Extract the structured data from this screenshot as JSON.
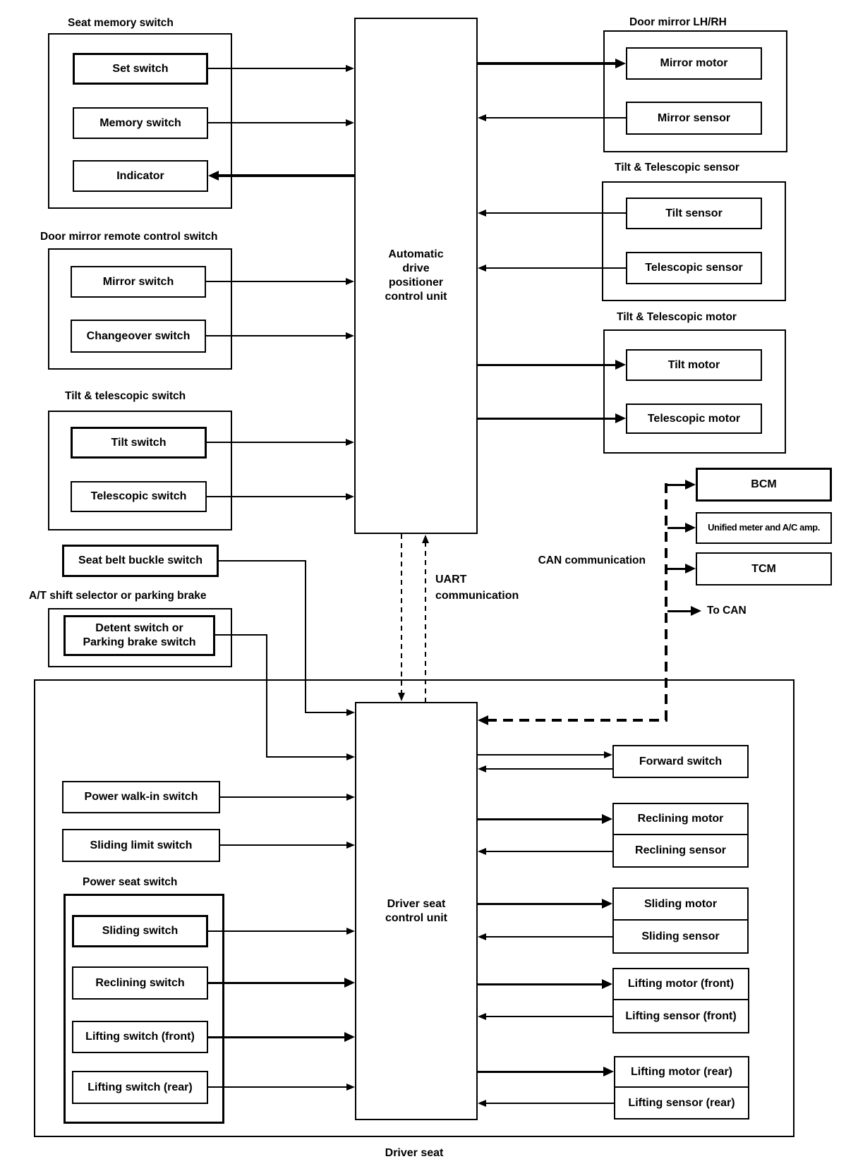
{
  "caption": "Driver seat",
  "control_units": {
    "adp": "Automatic\ndrive\npositioner\ncontrol unit",
    "driver_seat": "Driver seat\ncontrol unit"
  },
  "group_labels": {
    "seat_memory": "Seat memory switch",
    "door_mirror_remote": "Door mirror remote control switch",
    "tilt_telescopic_switch": "Tilt & telescopic switch",
    "at_shift": "A/T shift selector or parking brake",
    "power_seat": "Power seat switch",
    "door_mirror": "Door mirror LH/RH",
    "tilt_telescopic_sensor": "Tilt & Telescopic sensor",
    "tilt_telescopic_motor": "Tilt & Telescopic motor"
  },
  "boxes": {
    "set_switch": "Set switch",
    "memory_switch": "Memory switch",
    "indicator": "Indicator",
    "mirror_switch": "Mirror switch",
    "changeover_switch": "Changeover switch",
    "tilt_switch": "Tilt switch",
    "telescopic_switch": "Telescopic switch",
    "seat_belt_buckle_switch": "Seat belt buckle switch",
    "detent_switch": "Detent switch or\nParking brake switch",
    "power_walk_in_switch": "Power walk-in switch",
    "sliding_limit_switch": "Sliding limit switch",
    "sliding_switch": "Sliding switch",
    "reclining_switch": "Reclining switch",
    "lifting_switch_front": "Lifting switch (front)",
    "lifting_switch_rear": "Lifting switch (rear)",
    "mirror_motor": "Mirror motor",
    "mirror_sensor": "Mirror sensor",
    "tilt_sensor": "Tilt sensor",
    "telescopic_sensor": "Telescopic sensor",
    "tilt_motor": "Tilt motor",
    "telescopic_motor": "Telescopic motor",
    "bcm": "BCM",
    "unified_meter": "Unified meter and A/C amp.",
    "tcm": "TCM",
    "forward_switch": "Forward switch",
    "reclining_motor": "Reclining motor",
    "reclining_sensor": "Reclining sensor",
    "sliding_motor": "Sliding motor",
    "sliding_sensor": "Sliding sensor",
    "lifting_motor_front": "Lifting motor (front)",
    "lifting_sensor_front": "Lifting sensor (front)",
    "lifting_motor_rear": "Lifting motor (rear)",
    "lifting_sensor_rear": "Lifting sensor (rear)"
  },
  "annotations": {
    "uart": "UART\ncommunication",
    "can": "CAN communication",
    "to_can": "To CAN"
  },
  "colors": {
    "line": "#000000",
    "background": "#ffffff"
  }
}
